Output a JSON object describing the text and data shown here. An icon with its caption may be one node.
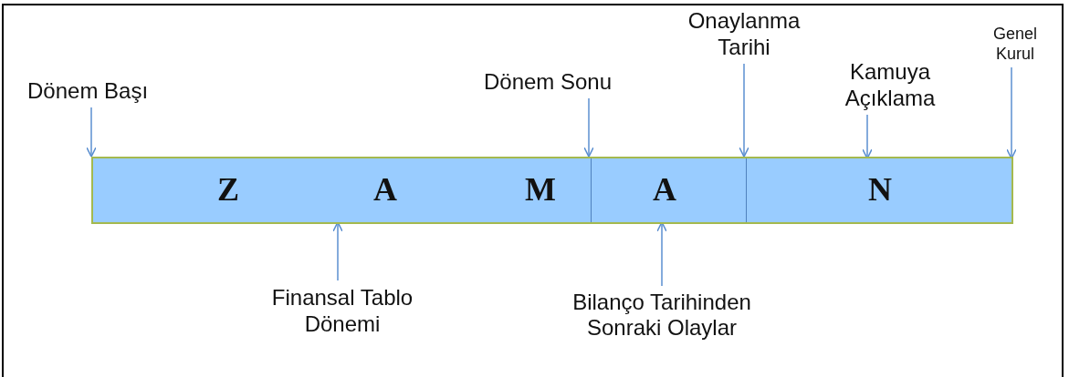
{
  "diagram": {
    "nodes": [
      {
        "text": [],
        "shape": "bar"
      },
      {
        "text": [
          "Z",
          "A",
          "M"
        ],
        "in": 0
      },
      {
        "text": [
          "A"
        ],
        "in": 0
      },
      {
        "text": [
          "N"
        ],
        "in": 0
      },
      {
        "text": [
          "Dönem Başı"
        ]
      },
      {
        "text": [
          "Dönem Sonu"
        ]
      },
      {
        "text": [
          "Onaylanma Tarihi"
        ]
      },
      {
        "text": [
          "Kamuya Açıklama"
        ]
      },
      {
        "text": [
          "Genel Kurul"
        ]
      },
      {
        "text": [
          "Finansal Tablo Dönemi"
        ]
      },
      {
        "text": [
          "Bilanço Tarihinden Sonraki Olaylar"
        ]
      }
    ],
    "edges": [
      {
        "from": 4,
        "to": 0,
        "arrow": "to"
      },
      {
        "from": 5,
        "to": 0,
        "arrow": "to"
      },
      {
        "from": 6,
        "to": 0,
        "arrow": "to"
      },
      {
        "from": 7,
        "to": 3,
        "arrow": "to"
      },
      {
        "from": 8,
        "to": 3,
        "arrow": "to"
      },
      {
        "from": 9,
        "to": 1,
        "arrow": "to"
      },
      {
        "from": 10,
        "to": 2,
        "arrow": "to"
      }
    ]
  }
}
